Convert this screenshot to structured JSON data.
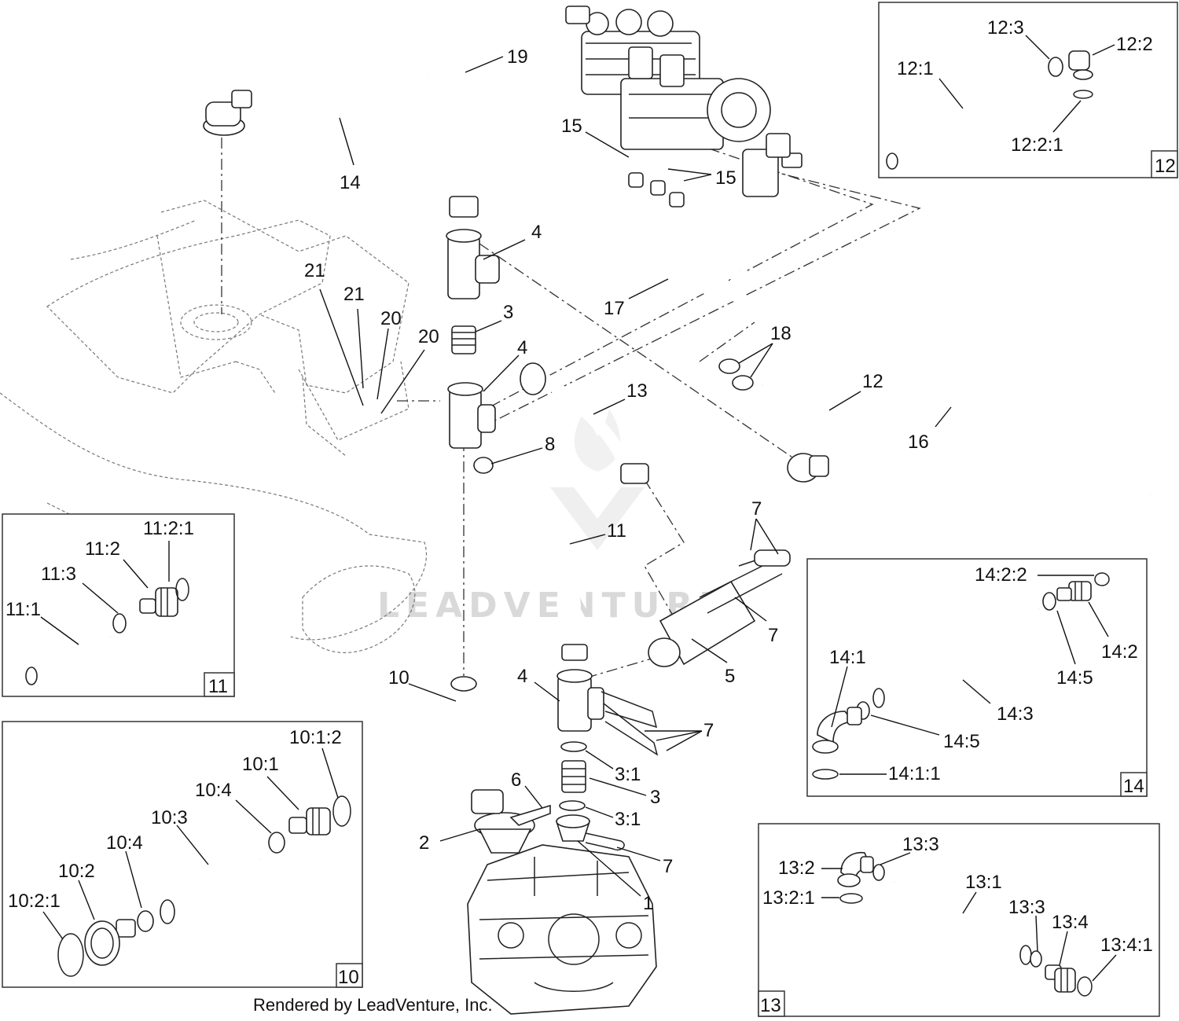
{
  "footer": {
    "rendered_by": "Rendered by LeadVenture, Inc."
  },
  "watermark": {
    "text": "LEADVENTURE"
  },
  "callouts": {
    "c19": "19",
    "c14": "14",
    "c15a": "15",
    "c15b": "15",
    "c4a": "4",
    "c3a": "3",
    "c4b": "4",
    "c21a": "21",
    "c21b": "21",
    "c20a": "20",
    "c20b": "20",
    "c13": "13",
    "c17": "17",
    "c18": "18",
    "c12": "12",
    "c16": "16",
    "c8": "8",
    "c11": "11",
    "c7a": "7",
    "c7b": "7",
    "c5": "5",
    "c10": "10",
    "c4c": "4",
    "c7c": "7",
    "c3_1a": "3:1",
    "c3b": "3",
    "c6": "6",
    "c3_1b": "3:1",
    "c2": "2",
    "c7d": "7",
    "c1": "1"
  },
  "insets": {
    "inset12": {
      "box_number": "12",
      "labels": {
        "l12_3": "12:3",
        "l12_2": "12:2",
        "l12_1": "12:1",
        "l12_2_1": "12:2:1"
      }
    },
    "inset11": {
      "box_number": "11",
      "labels": {
        "l11_2_1": "11:2:1",
        "l11_2": "11:2",
        "l11_3": "11:3",
        "l11_1": "11:1"
      }
    },
    "inset10": {
      "box_number": "10",
      "labels": {
        "l10_1_2": "10:1:2",
        "l10_1": "10:1",
        "l10_4a": "10:4",
        "l10_3": "10:3",
        "l10_4b": "10:4",
        "l10_2": "10:2",
        "l10_2_1": "10:2:1"
      }
    },
    "inset14": {
      "box_number": "14",
      "labels": {
        "l14_2_2": "14:2:2",
        "l14_2": "14:2",
        "l14_5a": "14:5",
        "l14_1": "14:1",
        "l14_3": "14:3",
        "l14_5b": "14:5",
        "l14_1_1": "14:1:1"
      }
    },
    "inset13": {
      "box_number": "13",
      "labels": {
        "l13_3a": "13:3",
        "l13_2": "13:2",
        "l13_1": "13:1",
        "l13_2_1": "13:2:1",
        "l13_3b": "13:3",
        "l13_4": "13:4",
        "l13_4_1": "13:4:1"
      }
    }
  }
}
